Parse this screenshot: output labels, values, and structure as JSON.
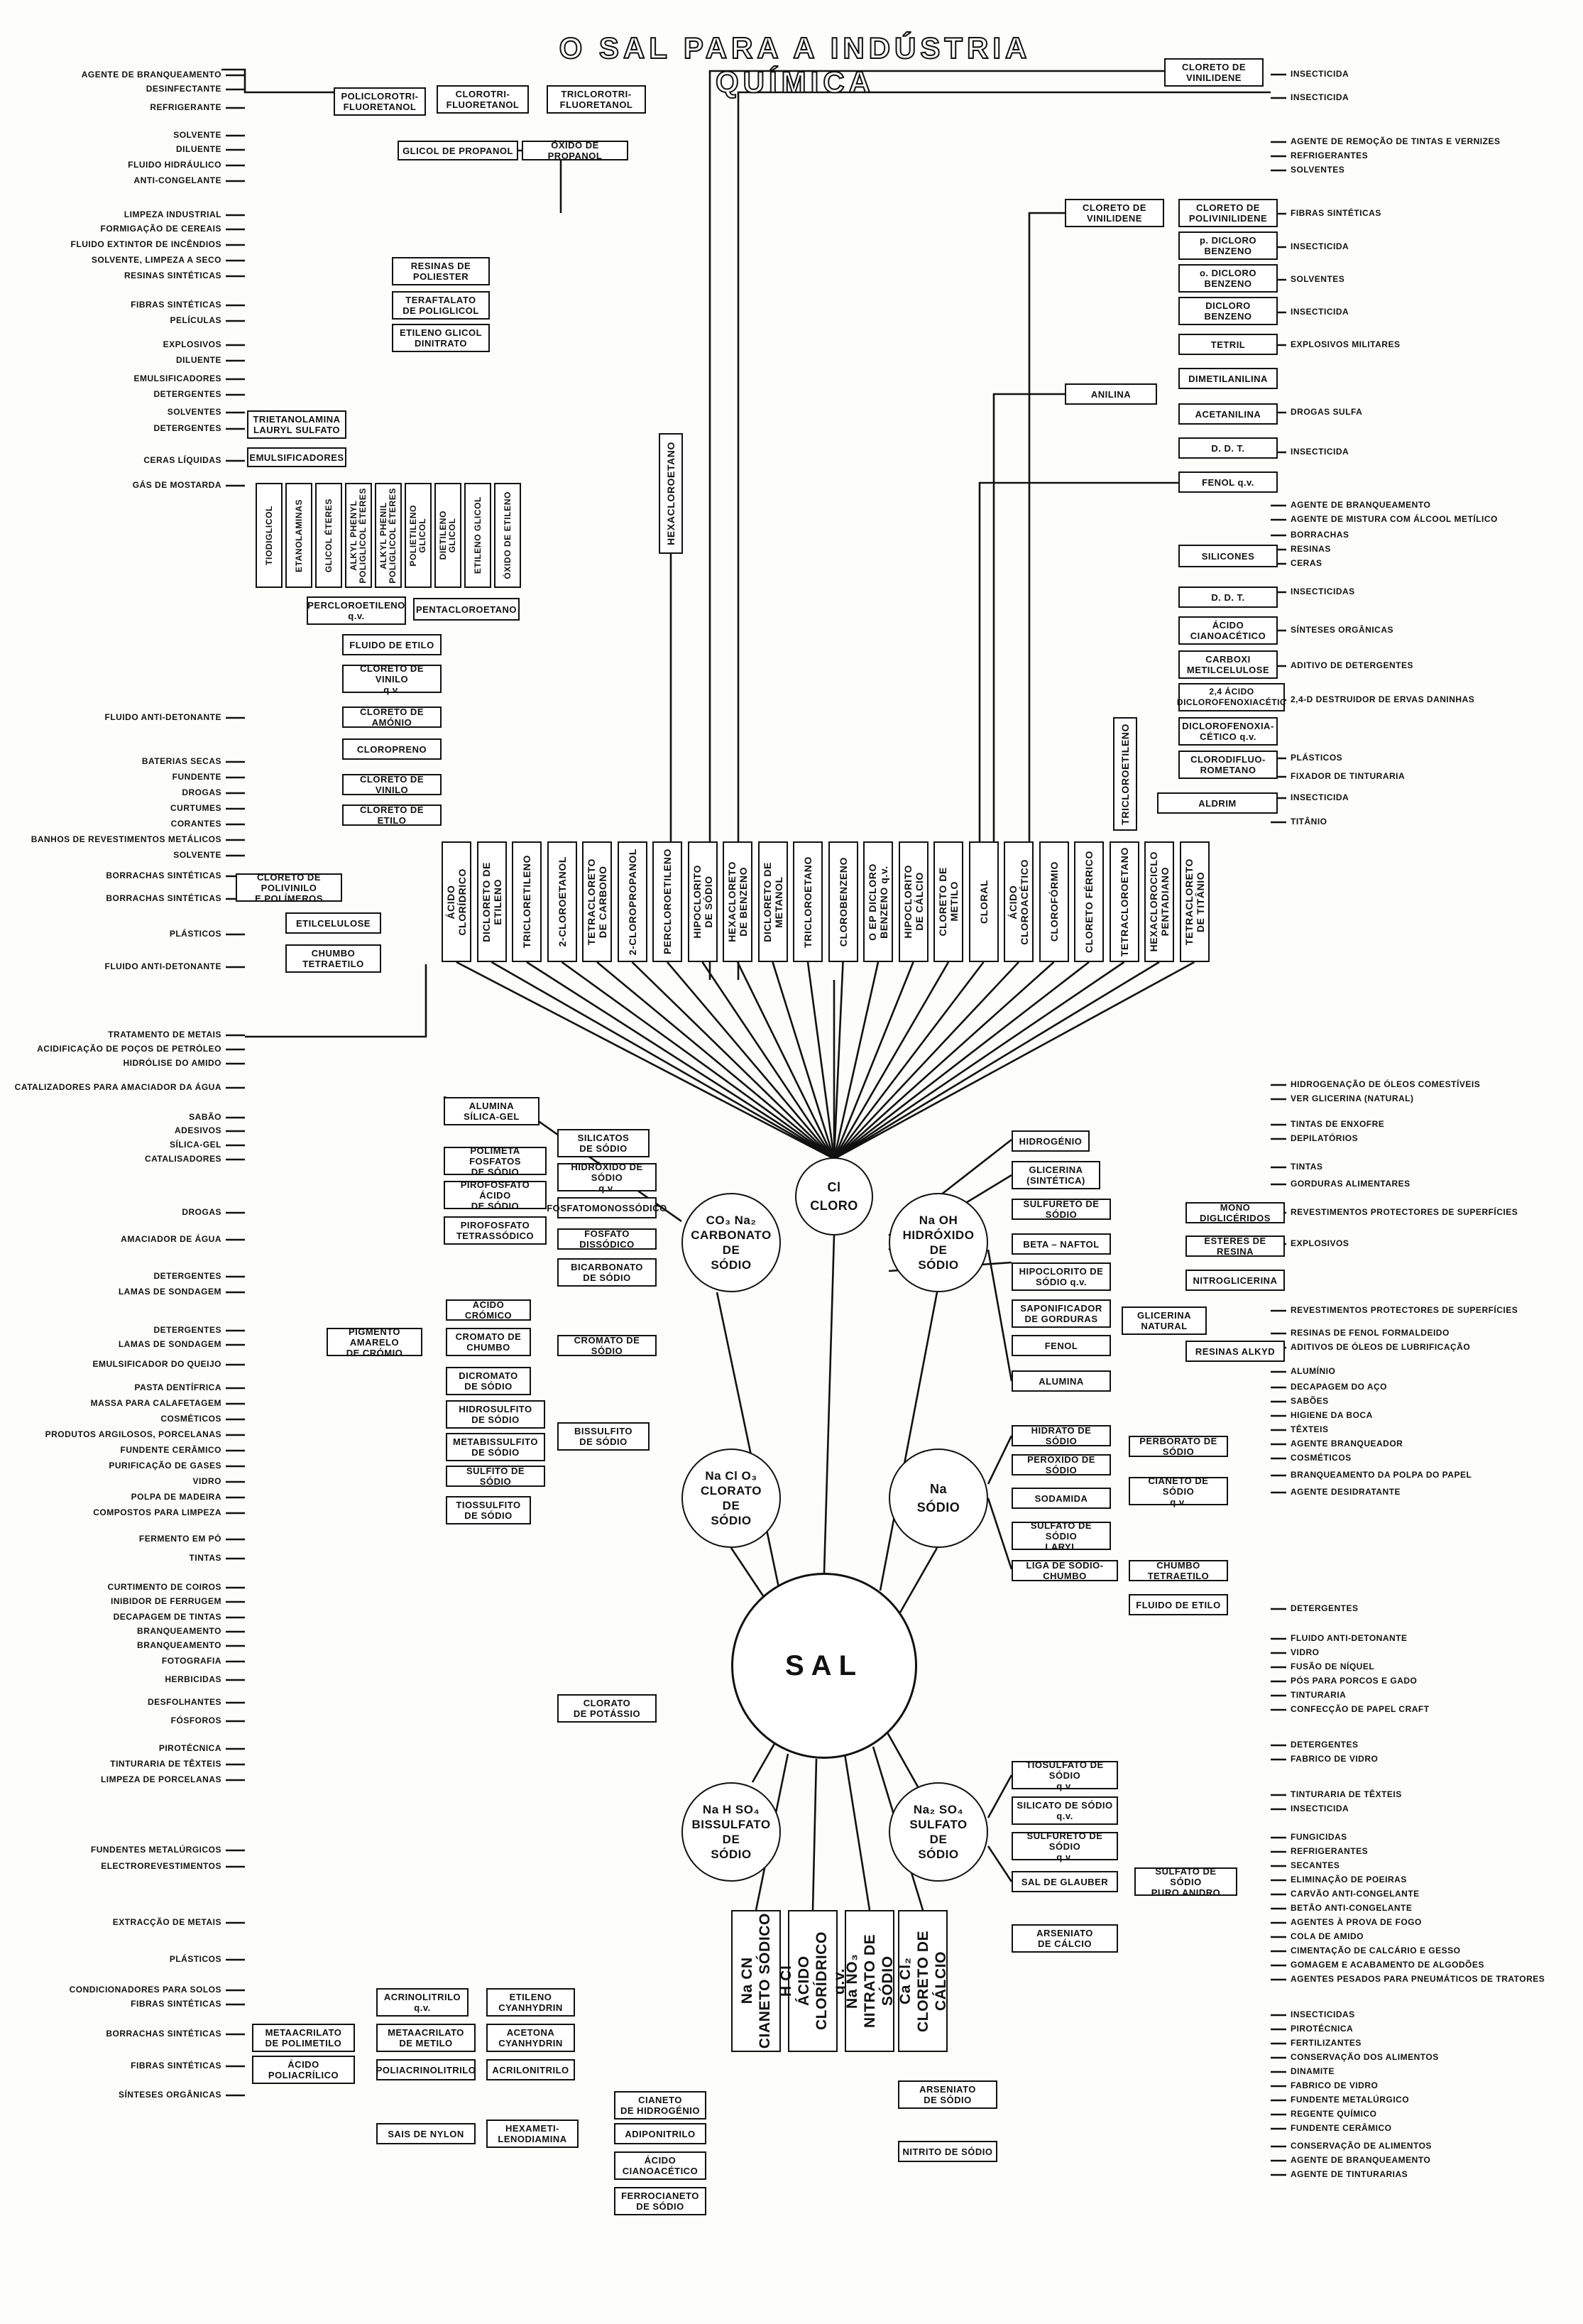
{
  "title": "O SAL PARA A INDÚSTRIA QUÍMICA",
  "center": "SAL",
  "hubs": {
    "cloro": "Cl\nCLORO",
    "carbonato": "CO₃ Na₂\nCARBONATO\nDE\nSÓDIO",
    "hidroxido": "Na OH\nHIDRÓXIDO\nDE\nSÓDIO",
    "clorato": "Na Cl O₃\nCLORATO\nDE\nSÓDIO",
    "sodio": "Na\nSÓDIO",
    "bissulfato": "Na H SO₄\nBISSULFATO\nDE\nSÓDIO",
    "sulfato": "Na₂ SO₄\nSULFATO\nDE\nSÓDIO"
  },
  "bottom_pillars": {
    "cianeto": "Na CN\nCIANETO SÓDICO",
    "acido_cloridrico": "H Cl\nÁCIDO CLORÍDRICO\nq.v.",
    "nitrato": "Na NO₃\nNITRATO DE SÓDIO",
    "cloreto_calcio": "Ca Cl₂\nCLORETO DE CÁLCIO"
  },
  "cloro_columns": [
    "ÁCIDO\nCLORÍDRICO",
    "DICLORETO DE\nETILENO",
    "TRICLORETILENO",
    "2-CLOROETANOL",
    "TETRACLORETO\nDE CARBONO",
    "2-CLOROPROPANOL",
    "PERCLOROETILENO",
    "HIPOCLORITO\nDE SÓDIO",
    "HEXACLORETO\nDE BENZENO",
    "DICLORETO DE\nMETANOL",
    "TRICLOROETANO",
    "CLOROBENZENO",
    "O EP DICLORO\nBENZENO q.v.",
    "HIPOCLORITO\nDE CÁLCIO",
    "CLORETO DE\nMETILO",
    "CLORAL",
    "ÁCIDO\nCLOROACÉTICO",
    "CLOROFÓRMIO",
    "CLORETO FÉRRICO",
    "TETRACLOROETANO",
    "HEXACLOROCICLO\nPENTADIANO",
    "TETRACLORETO\nDE TITÂNIO"
  ],
  "glycol_columns": [
    "TIODIGLICOL",
    "ETANOLAMINAS",
    "GLICOL ÉTERES",
    "ALKYL PHENYL\nPOLIGLICOL ÉTERES",
    "ALKYL PHENIL\nPOLIGLICOL ÉTERES",
    "POLIETILENO\nGLICOL",
    "DIETILENO\nGLICOL",
    "ETILENO GLICOL",
    "ÓXIDO DE ETILENO"
  ],
  "hexacloroetano": "HEXACLOROETANO",
  "tricloroetileno_small": "TRICLOROETILENO",
  "top_boxes": {
    "policlorotri": "POLICLOROTRI-\nFLUORETANOL",
    "clorotri": "CLOROTRI-\nFLUORETANOL",
    "triclorotri": "TRICLOROTRI-\nFLUORETANOL",
    "glicol_propanol": "GLICOL DE PROPANOL",
    "oxido_propanol": "ÓXIDO DE PROPANOL",
    "cloreto_vinilidene_top": "CLORETO DE\nVINILIDENE",
    "resinas_poliester": "RESINAS DE\nPOLIESTER",
    "teraftalato": "TERAFTALATO\nDE POLIGLICOL",
    "etileno_dinitrato": "ETILENO GLICOL\nDINITRATO",
    "trietanolamina": "TRIETANOLAMINA\nLAURYL SULFATO",
    "emulsificadores_box": "EMULSIFICADORES",
    "percloroetileno_qv": "PERCLOROETILENO\nq.v.",
    "pentacloroetano": "PENTACLOROETANO",
    "fluido_etilo_box": "FLUIDO DE ETILO",
    "cloreto_vinilo_qv": "CLORETO DE VINILO\nq.v.",
    "cloreto_amonio": "CLORETO DE AMÓNIO",
    "cloropreno": "CLOROPRENO",
    "cloreto_vinilo": "CLORETO DE VINILO",
    "cloreto_etilo": "CLORETO DE ETILO",
    "cloreto_polivinilo": "CLORETO DE POLIVINILO\nE POLÍMEROS",
    "etilcelulose": "ETILCELULOSE",
    "chumbo_tetraetilo": "CHUMBO\nTETRAETILO"
  },
  "right_boxes": {
    "cloreto_vinilidene": "CLORETO DE\nVINILIDENE",
    "cloreto_polivinilideno": "CLORETO DE\nPOLIVINILIDENE",
    "p_dicloro": "p. DICLORO\nBENZENO",
    "o_dicloro": "o. DICLORO\nBENZENO",
    "dicloro_benzeno": "DICLORO\nBENZENO",
    "tetril": "TETRIL",
    "anilina": "ANILINA",
    "dimetilanilina": "DIMETILANILINA",
    "acetanilina": "ACETANILINA",
    "ddt1": "D. D. T.",
    "fenol_qv": "FENOL q.v.",
    "silicones": "SILICONES",
    "ddt2": "D. D. T.",
    "acido_cianoacetico": "ÁCIDO\nCIANOACÉTICO",
    "carboxi": "CARBOXI\nMETILCELULOSE",
    "acido_24": "2,4 ÁCIDO\nDICLOROFENOXIACÉTIC",
    "diclorofenoxia": "DICLOROFENOXIA-\nCÉTICO q.v.",
    "clorodifluo": "CLORODIFLUO-\nROMETANO",
    "aldrim": "ALDRIM"
  },
  "mid_boxes": {
    "alumina_silica": "ALUMINA\nSÍLICA-GEL",
    "silicatos": "SILICATOS\nDE SÓDIO",
    "polimeta": "POLIMETA FOSFATOS\nDE SÓDIO",
    "hidroxido_sodio_qv": "HIDRÓXIDO DE SÓDIO\nq.v.",
    "pirofosfato_acido": "PIROFOSFATO ÁCIDO\nDE SÓDIO",
    "fosfatomonossodico": "FOSFATOMONOSSÓDICO",
    "pirofosfato_tetra": "PIROFOSFATO\nTETRASSÓDICO",
    "fosfato_dissodico": "FOSFATO DISSÓDICO",
    "bicarbonato": "BICARBONATO\nDE SÓDIO",
    "acido_cromico": "ÁCIDO CRÓMICO",
    "pigmento": "PIGMENTO AMARELO\nDE CRÓMIO",
    "cromato_chumbo": "CROMATO DE\nCHUMBO",
    "cromato_sodio": "CROMATO DE SÓDIO",
    "dicromato": "DICROMATO\nDE SÓDIO",
    "hidrosulfito": "HIDROSULFITO\nDE SÓDIO",
    "metabissulfito": "METABISSULFITO\nDE SÓDIO",
    "bissulfito": "BISSULFITO\nDE SÓDIO",
    "sulfito": "SULFITO DE SÓDIO",
    "tiossulfito": "TIOSSULFITO\nDE SÓDIO",
    "clorato_potassio": "CLORATO\nDE POTÁSSIO",
    "hidrogenio": "HIDROGÉNIO",
    "glicerina_sint": "GLICERINA\n(SINTÉTICA)",
    "sulfureto_sodio": "SULFURETO DE SÓDIO",
    "beta_naftol": "BETA – NAFTOL",
    "hipoclorito_qv": "HIPOCLORITO DE\nSÓDIO q.v.",
    "saponificador": "SAPONIFICADOR\nDE GORDURAS",
    "glicerina_natural": "GLICERINA\nNATURAL",
    "fenol": "FENOL",
    "alumina": "ALUMINA",
    "mono_digliceridos": "MONO DIGLICÉRIDOS",
    "esteres_resina": "ÉSTERES DE RESINA",
    "nitroglicerina": "NITROGLICERINA",
    "resinas_alkyd": "RESINAS ALKYD",
    "hidrato_sodio": "HIDRATO DE SÓDIO",
    "perborato": "PERBORATO DE SÓDIO",
    "peroxido": "PERÓXIDO DE SÓDIO",
    "cianeto_qv": "CIANETO DE SÓDIO\nq.v.",
    "sodamida": "SODAMIDA",
    "sulfato_laryl": "SULFATO DE SÓDIO\nLARYL",
    "liga_chumbo": "LIGA DE SÓDIO-CHUMBO",
    "chumbo_tetraetilo2": "CHUMBO TETRAETILO",
    "fluido_etilo2": "FLUIDO DE ETILO",
    "tiosulfato": "TIOSULFATO DE SÓDIO\nq.v.",
    "silicato_qv": "SILICATO DE SÓDIO\nq.v.",
    "sulfureto_qv": "SULFURETO DE SÓDIO\nq.v.",
    "sal_glauber": "SAL DE GLAUBER",
    "sulfato_puro": "SULFATO DE SÓDIO\nPURO ANIDRO",
    "arseniato_calcio": "ARSENIATO\nDE CÁLCIO",
    "arseniato_sodio": "ARSENIATO\nDE SÓDIO",
    "nitrito": "NITRITO DE SÓDIO"
  },
  "cyan_boxes": {
    "acrinolitrilo_qv": "ACRINOLITRILO\nq.v.",
    "etileno_cyan": "ETILENO\nCYANHYDRIN",
    "metaacrilato_poli": "METAACRILATO\nDE POLIMETILO",
    "metaacrilato_metilo": "METAACRILATO\nDE METILO",
    "acetona_cyan": "ACETONA\nCYANHYDRIN",
    "acido_poliacrilico": "ÁCIDO\nPOLIACRÍLICO",
    "poliacrinolitrilo": "POLIACRINOLITRILO",
    "acrilonitrilo": "ACRILONITRILO",
    "cianeto_hidrogenio": "CIANETO\nDE HIDROGÉNIO",
    "sais_nylon": "SAIS DE NYLON",
    "hexametilenodiamina": "HEXAMETI-\nLENODIAMINA",
    "adiponitrilo": "ADIPONITRILO",
    "acido_cianoacetico2": "ÁCIDO\nCIANOACÉTICO",
    "ferrocianeto": "FERROCIANETO\nDE SÓDIO"
  },
  "left_labels": [
    "AGENTE DE BRANQUEAMENTO",
    "DESINFECTANTE",
    "REFRIGERANTE",
    "SOLVENTE",
    "DILUENTE",
    "FLUIDO HIDRÁULICO",
    "ANTI-CONGELANTE",
    "LIMPEZA INDUSTRIAL",
    "FORMIGAÇÃO DE CEREAIS",
    "FLUIDO EXTINTOR DE INCÊNDIOS",
    "SOLVENTE, LIMPEZA A SECO",
    "RESINAS SINTÉTICAS",
    "FIBRAS SINTÉTICAS",
    "PELÍCULAS",
    "EXPLOSIVOS",
    "DILUENTE",
    "EMULSIFICADORES",
    "DETERGENTES",
    "SOLVENTES",
    "DETERGENTES",
    "CERAS LÍQUIDAS",
    "GÁS DE MOSTARDA",
    "FLUIDO ANTI-DETONANTE",
    "BATERIAS SECAS",
    "FUNDENTE",
    "DROGAS",
    "CURTUMES",
    "CORANTES",
    "BANHOS DE REVESTIMENTOS METÁLICOS",
    "SOLVENTE",
    "BORRACHAS SINTÉTICAS",
    "BORRACHAS SINTÉTICAS",
    "PLÁSTICOS",
    "FLUIDO ANTI-DETONANTE",
    "TRATAMENTO DE METAIS",
    "ACIDIFICAÇÃO DE POÇOS DE PETRÓLEO",
    "HIDRÓLISE DO AMIDO",
    "CATALIZADORES PARA AMACIADOR DA ÁGUA",
    "SABÃO",
    "ADESIVOS",
    "SÍLICA-GEL",
    "CATALISADORES",
    "AMACIADOR DE ÁGUA",
    "DETERGENTES",
    "LAMAS DE SONDAGEM",
    "DETERGENTES",
    "LAMAS DE SONDAGEM",
    "EMULSIFICADOR DO QUEIJO",
    "PASTA DENTÍFRICA",
    "MASSA PARA CALAFETAGEM",
    "COSMÉTICOS",
    "PRODUTOS ARGILOSOS, PORCELANAS",
    "FUNDENTE CERÂMICO",
    "PURIFICAÇÃO DE GASES",
    "VIDRO",
    "POLPA DE MADEIRA",
    "COMPOSTOS PARA LIMPEZA",
    "FERMENTO EM PÓ",
    "TINTAS",
    "CURTIMENTO DE COIROS",
    "INIBIDOR DE FERRUGEM",
    "DECAPAGEM DE TINTAS",
    "BRANQUEAMENTO",
    "BRANQUEAMENTO",
    "FOTOGRAFIA",
    "HERBICIDAS",
    "DESFOLHANTES",
    "FÓSFOROS",
    "PIROTÉCNICA",
    "TINTURARIA DE TÊXTEIS",
    "LIMPEZA DE PORCELANAS",
    "FUNDENTES METALÚRGICOS",
    "ELECTROREVESTIMENTOS",
    "EXTRACÇÃO DE METAIS",
    "PLÁSTICOS",
    "CONDICIONADORES PARA SOLOS",
    "FIBRAS SINTÉTICAS",
    "BORRACHAS SINTÉTICAS",
    "FIBRAS SINTÉTICAS",
    "SÍNTESES ORGÂNICAS",
    "DROGAS"
  ],
  "right_labels": [
    "INSECTICIDA",
    "INSECTICIDA",
    "AGENTE DE REMOÇÃO DE TINTAS E VERNIZES",
    "REFRIGERANTES",
    "SOLVENTES",
    "FIBRAS SINTÉTICAS",
    "INSECTICIDA",
    "SOLVENTES",
    "INSECTICIDA",
    "EXPLOSIVOS MILITARES",
    "DROGAS SULFA",
    "INSECTICIDA",
    "AGENTE DE BRANQUEAMENTO",
    "AGENTE DE MISTURA COM ÁLCOOL METÍLICO",
    "BORRACHAS",
    "RESINAS",
    "CERAS",
    "INSECTICIDAS",
    "SÍNTESES ORGÂNICAS",
    "ADITIVO DE DETERGENTES",
    "2,4-D DESTRUIDOR DE ERVAS DANINHAS",
    "PLÁSTICOS",
    "FIXADOR DE TINTURARIA",
    "INSECTICIDA",
    "TITÂNIO",
    "HIDROGENAÇÃO DE ÓLEOS COMESTÍVEIS",
    "VER GLICERINA (NATURAL)",
    "TINTAS DE ENXOFRE",
    "DEPILATÓRIOS",
    "TINTAS",
    "GORDURAS ALIMENTARES",
    "REVESTIMENTOS PROTECTORES DE SUPERFÍCIES",
    "EXPLOSIVOS",
    "REVESTIMENTOS PROTECTORES DE SUPERFÍCIES",
    "RESINAS DE FENOL FORMALDEIDO",
    "ADITIVOS DE ÓLEOS DE LUBRIFICAÇÃO",
    "ALUMÍNIO",
    "DECAPAGEM DO AÇO",
    "SABÕES",
    "HIGIENE DA BOCA",
    "TÊXTEIS",
    "AGENTE BRANQUEADOR",
    "COSMÉTICOS",
    "BRANQUEAMENTO DA POLPA DO PAPEL",
    "AGENTE DESIDRATANTE",
    "DETERGENTES",
    "FLUIDO ANTI-DETONANTE",
    "VIDRO",
    "FUSÃO DE NÍQUEL",
    "PÓS PARA PORCOS E GADO",
    "TINTURARIA",
    "CONFECÇÃO DE PAPEL CRAFT",
    "DETERGENTES",
    "FABRICO DE VIDRO",
    "TINTURARIA DE TÊXTEIS",
    "INSECTICIDA",
    "FUNGICIDAS",
    "REFRIGERANTES",
    "SECANTES",
    "ELIMINAÇÃO DE POEIRAS",
    "CARVÃO ANTI-CONGELANTE",
    "BETÃO ANTI-CONGELANTE",
    "AGENTES À PROVA DE FOGO",
    "COLA DE AMIDO",
    "CIMENTAÇÃO DE CALCÁRIO E GESSO",
    "GOMAGEM E ACABAMENTO DE ALGODÕES",
    "AGENTES PESADOS PARA PNEUMÁTICOS DE TRATORES",
    "INSECTICIDAS",
    "PIROTÉCNICA",
    "FERTILIZANTES",
    "CONSERVAÇÃO DOS ALIMENTOS",
    "DINAMITE",
    "FABRICO DE VIDRO",
    "FUNDENTE METALÚRGICO",
    "REGENTE QUÍMICO",
    "FUNDENTE CERÂMICO",
    "CONSERVAÇÃO DE ALIMENTOS",
    "AGENTE DE BRANQUEAMENTO",
    "AGENTE DE TINTURARIAS"
  ]
}
